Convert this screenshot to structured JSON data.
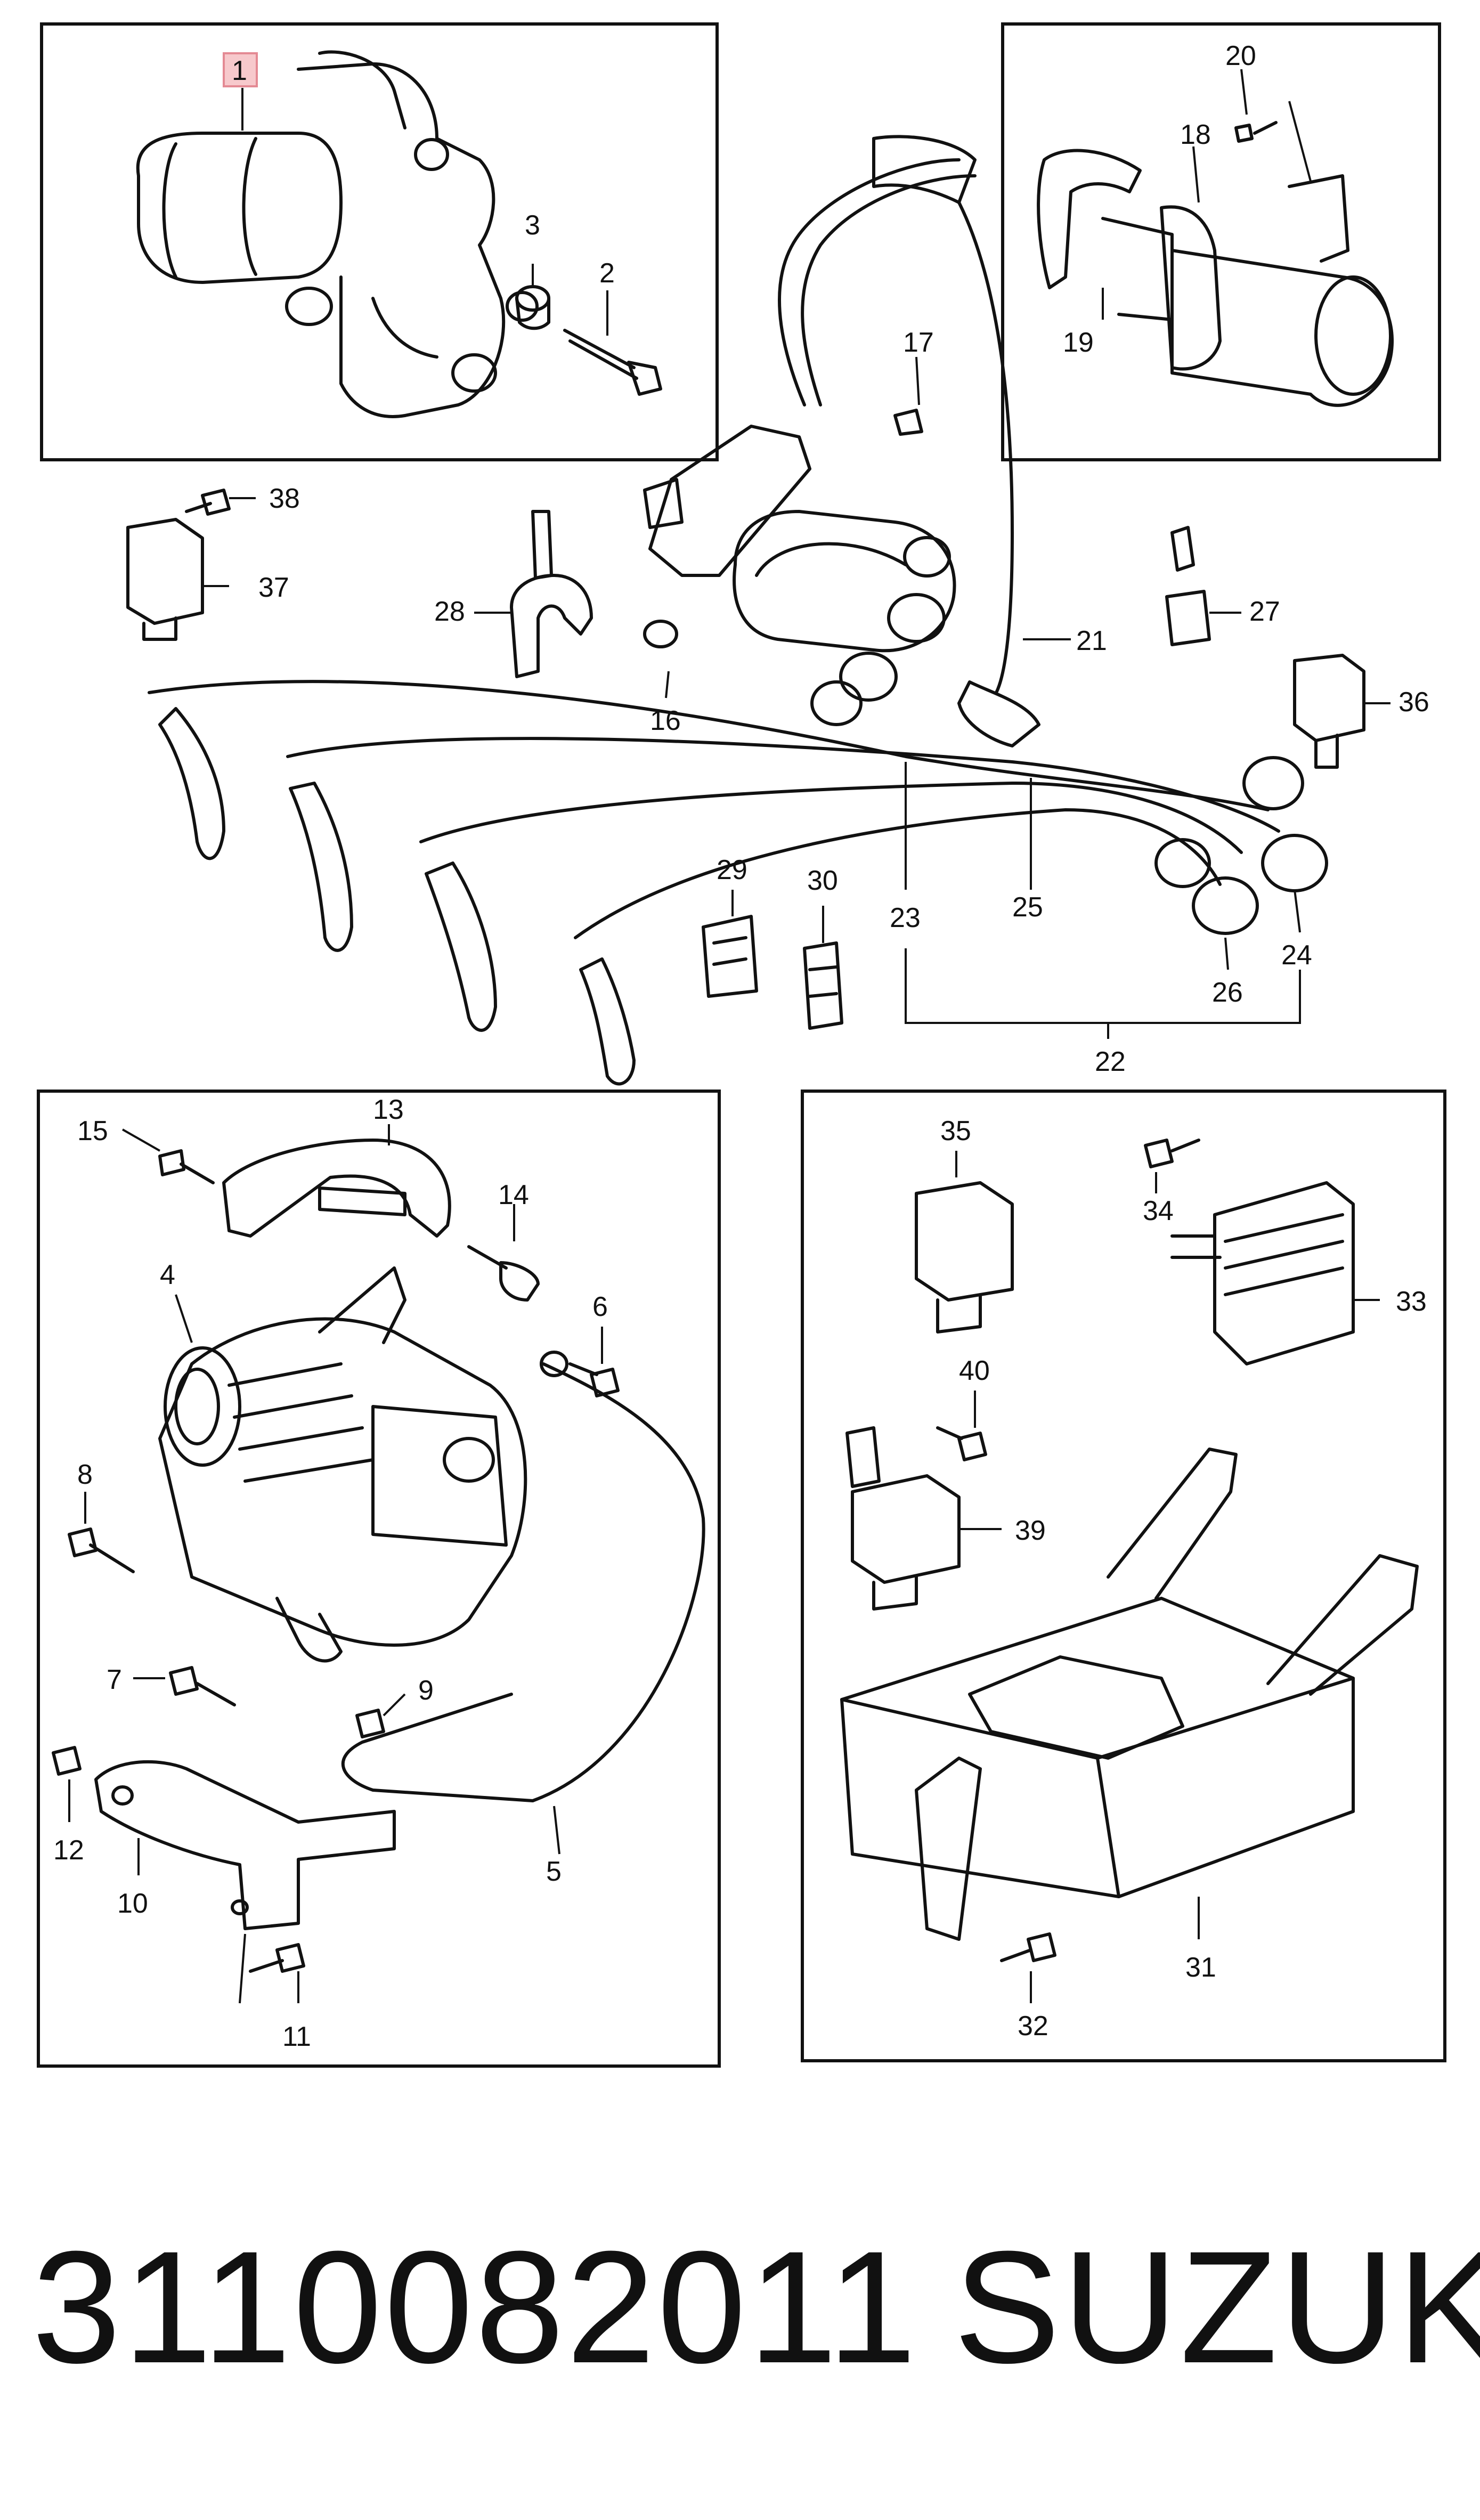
{
  "callouts": {
    "c1": "1",
    "c2": "2",
    "c3": "3",
    "c4": "4",
    "c5": "5",
    "c6": "6",
    "c7": "7",
    "c8": "8",
    "c9": "9",
    "c10": "10",
    "c11": "11",
    "c12": "12",
    "c13": "13",
    "c14": "14",
    "c15": "15",
    "c16": "16",
    "c17": "17",
    "c18": "18",
    "c19": "19",
    "c20": "20",
    "c21": "21",
    "c22": "22",
    "c23": "23",
    "c24": "24",
    "c25": "25",
    "c26": "26",
    "c27": "27",
    "c28": "28",
    "c29": "29",
    "c30": "30",
    "c31": "31",
    "c32": "32",
    "c33": "33",
    "c34": "34",
    "c35": "35",
    "c36": "36",
    "c37": "37",
    "c38": "38",
    "c39": "39",
    "c40": "40"
  },
  "caption": {
    "part_number": "3110082011",
    "brand": "SUZUKI"
  },
  "colors": {
    "line": "#111111",
    "highlight": "#f7c9cc"
  }
}
